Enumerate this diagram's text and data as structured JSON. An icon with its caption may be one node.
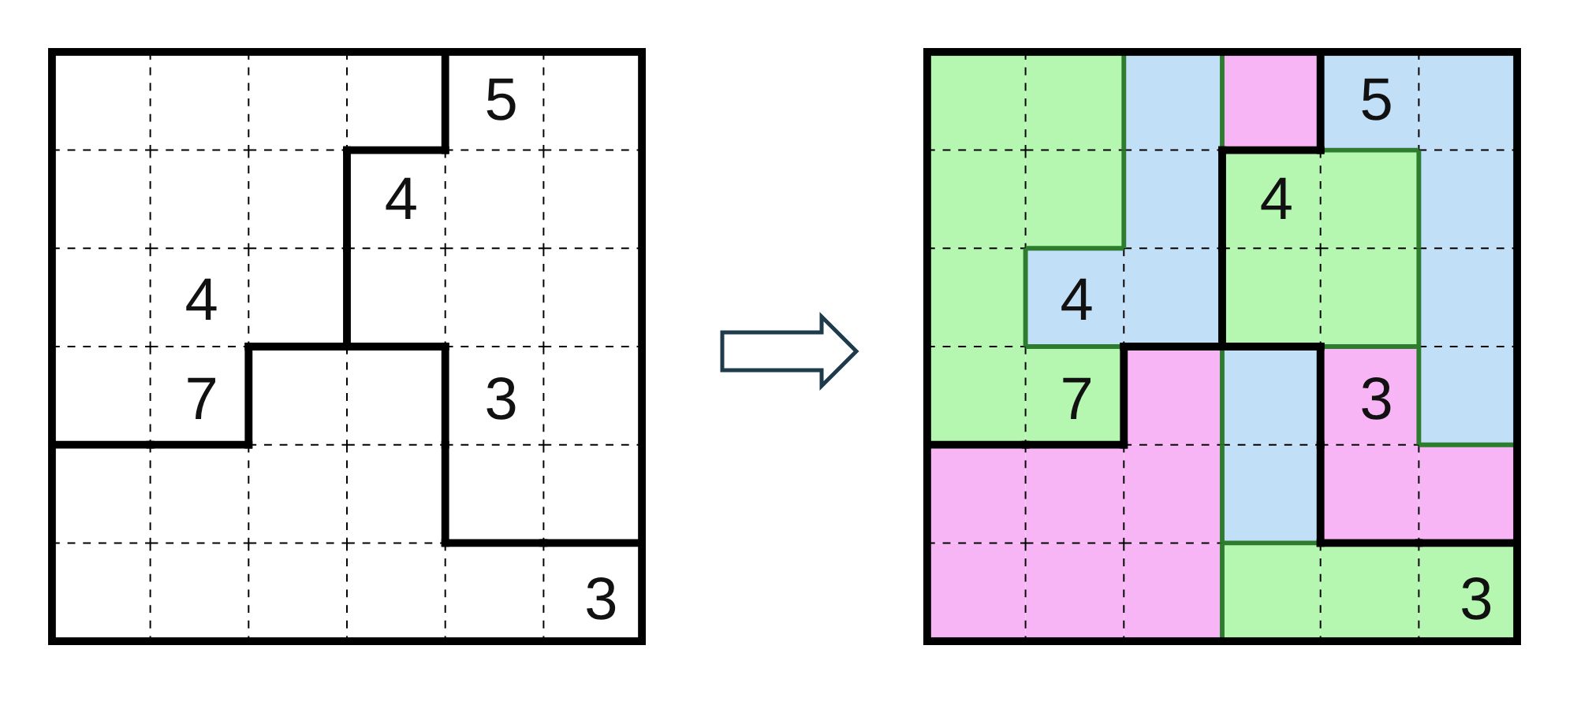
{
  "diagram": {
    "nodes": [
      {
        "text": [],
        "shape": "grid"
      },
      {
        "text": [],
        "shape": "grid"
      }
    ],
    "edges": [
      {
        "from": 0,
        "to": 1,
        "arrow": "to"
      }
    ],
    "labels": [
      "5",
      "4",
      "4",
      "7",
      "3",
      "3",
      "5",
      "4",
      "4",
      "7",
      "3",
      "3"
    ]
  }
}
